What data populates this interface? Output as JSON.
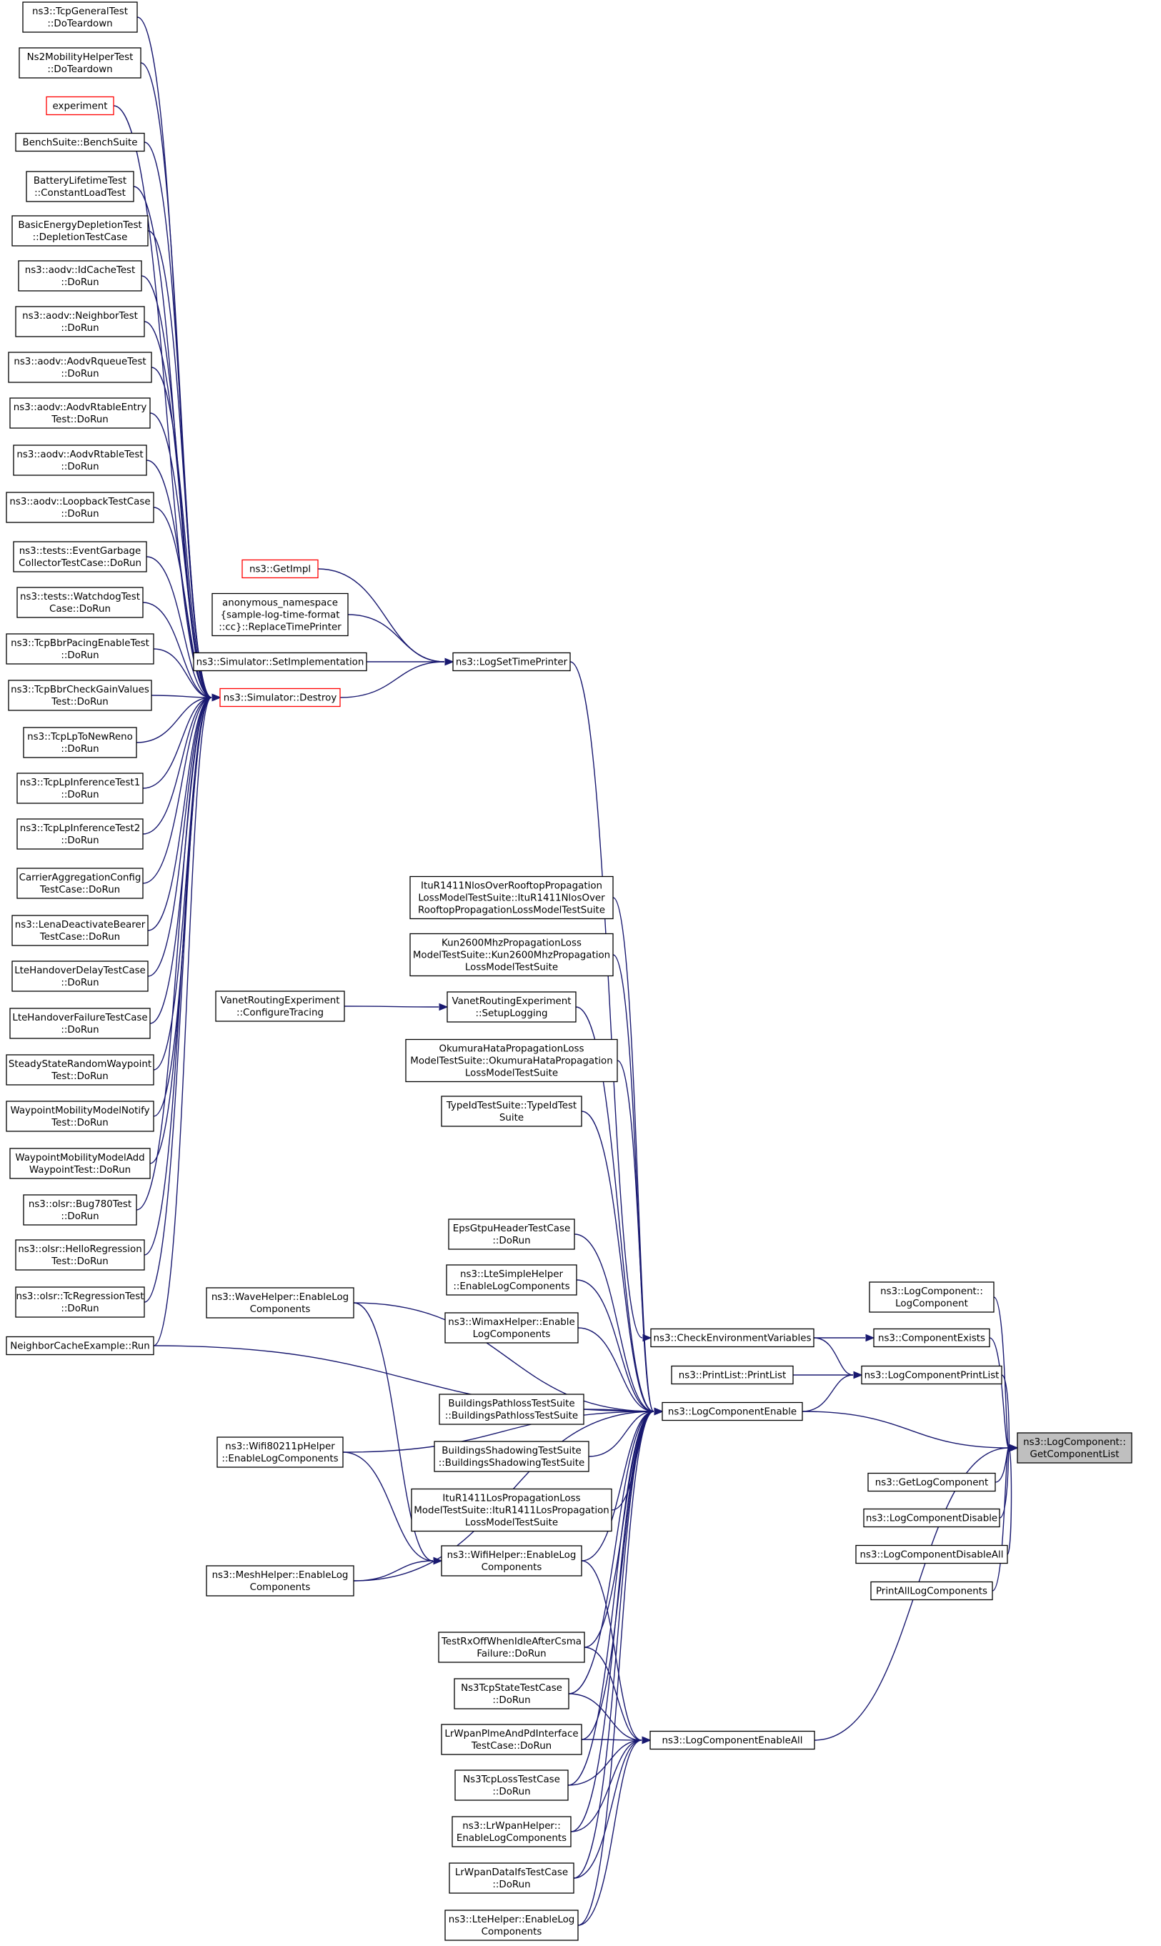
{
  "colors": {
    "edge": "#191970",
    "node_border": "#000000",
    "node_border_truncated": "#ff0000",
    "focus_fill": "#bfbfbf"
  },
  "nodes": [
    {
      "id": "tcpgeneral",
      "lines": [
        "ns3::TcpGeneralTest",
        "::DoTeardown"
      ]
    },
    {
      "id": "ns2mobility",
      "lines": [
        "Ns2MobilityHelperTest",
        "::DoTeardown"
      ]
    },
    {
      "id": "experiment",
      "lines": [
        "experiment"
      ],
      "truncated": true
    },
    {
      "id": "benchsuite",
      "lines": [
        "BenchSuite::BenchSuite"
      ]
    },
    {
      "id": "batterylifetime",
      "lines": [
        "BatteryLifetimeTest",
        "::ConstantLoadTest"
      ]
    },
    {
      "id": "basicenergy",
      "lines": [
        "BasicEnergyDepletionTest",
        "::DepletionTestCase"
      ]
    },
    {
      "id": "aodvidcache",
      "lines": [
        "ns3::aodv::IdCacheTest",
        "::DoRun"
      ]
    },
    {
      "id": "aodvneighbor",
      "lines": [
        "ns3::aodv::NeighborTest",
        "::DoRun"
      ]
    },
    {
      "id": "aodvrqueue",
      "lines": [
        "ns3::aodv::AodvRqueueTest",
        "::DoRun"
      ]
    },
    {
      "id": "aodvrtableentry",
      "lines": [
        "ns3::aodv::AodvRtableEntry",
        "Test::DoRun"
      ]
    },
    {
      "id": "aodvrtable",
      "lines": [
        "ns3::aodv::AodvRtableTest",
        "::DoRun"
      ]
    },
    {
      "id": "aodvloopback",
      "lines": [
        "ns3::aodv::LoopbackTestCase",
        "::DoRun"
      ]
    },
    {
      "id": "eventgarbage",
      "lines": [
        "ns3::tests::EventGarbage",
        "CollectorTestCase::DoRun"
      ]
    },
    {
      "id": "watchdog",
      "lines": [
        "ns3::tests::WatchdogTest",
        "Case::DoRun"
      ]
    },
    {
      "id": "tcpbbrpacing",
      "lines": [
        "ns3::TcpBbrPacingEnableTest",
        "::DoRun"
      ]
    },
    {
      "id": "tcpbbrcheck",
      "lines": [
        "ns3::TcpBbrCheckGainValues",
        "Test::DoRun"
      ]
    },
    {
      "id": "tcplptonewreno",
      "lines": [
        "ns3::TcpLpToNewReno",
        "::DoRun"
      ]
    },
    {
      "id": "tcplpinference1",
      "lines": [
        "ns3::TcpLpInferenceTest1",
        "::DoRun"
      ]
    },
    {
      "id": "tcplpinference2",
      "lines": [
        "ns3::TcpLpInferenceTest2",
        "::DoRun"
      ]
    },
    {
      "id": "carrieragg",
      "lines": [
        "CarrierAggregationConfig",
        "TestCase::DoRun"
      ]
    },
    {
      "id": "lenadeactivate",
      "lines": [
        "ns3::LenaDeactivateBearer",
        "TestCase::DoRun"
      ]
    },
    {
      "id": "ltehandoverdelay",
      "lines": [
        "LteHandoverDelayTestCase",
        "::DoRun"
      ]
    },
    {
      "id": "ltehandoverfailure",
      "lines": [
        "LteHandoverFailureTestCase",
        "::DoRun"
      ]
    },
    {
      "id": "steadystate",
      "lines": [
        "SteadyStateRandomWaypoint",
        "Test::DoRun"
      ]
    },
    {
      "id": "waypointnotify",
      "lines": [
        "WaypointMobilityModelNotify",
        "Test::DoRun"
      ]
    },
    {
      "id": "waypointadd",
      "lines": [
        "WaypointMobilityModelAdd",
        "WaypointTest::DoRun"
      ]
    },
    {
      "id": "olsrbug780",
      "lines": [
        "ns3::olsr::Bug780Test",
        "::DoRun"
      ]
    },
    {
      "id": "olsrhello",
      "lines": [
        "ns3::olsr::HelloRegression",
        "Test::DoRun"
      ]
    },
    {
      "id": "olsrtc",
      "lines": [
        "ns3::olsr::TcRegressionTest",
        "::DoRun"
      ]
    },
    {
      "id": "neighborcache",
      "lines": [
        "NeighborCacheExample::Run"
      ]
    },
    {
      "id": "getimpl",
      "lines": [
        "ns3::GetImpl"
      ],
      "truncated": true
    },
    {
      "id": "anonymous",
      "lines": [
        "anonymous_namespace",
        "{sample-log-time-format",
        "::cc}::ReplaceTimePrinter"
      ]
    },
    {
      "id": "setimpl",
      "lines": [
        "ns3::Simulator::SetImplementation"
      ]
    },
    {
      "id": "destroy",
      "lines": [
        "ns3::Simulator::Destroy"
      ],
      "truncated": true
    },
    {
      "id": "logsettime",
      "lines": [
        "ns3::LogSetTimePrinter"
      ]
    },
    {
      "id": "itunlos",
      "lines": [
        "ItuR1411NlosOverRooftopPropagation",
        "LossModelTestSuite::ItuR1411NlosOver",
        "RooftopPropagationLossModelTestSuite"
      ]
    },
    {
      "id": "kun2600",
      "lines": [
        "Kun2600MhzPropagationLoss",
        "ModelTestSuite::Kun2600MhzPropagation",
        "LossModelTestSuite"
      ]
    },
    {
      "id": "vanetconfigure",
      "lines": [
        "VanetRoutingExperiment",
        "::ConfigureTracing"
      ]
    },
    {
      "id": "vanetsetup",
      "lines": [
        "VanetRoutingExperiment",
        "::SetupLogging"
      ]
    },
    {
      "id": "okumura",
      "lines": [
        "OkumuraHataPropagationLoss",
        "ModelTestSuite::OkumuraHataPropagation",
        "LossModelTestSuite"
      ]
    },
    {
      "id": "typeid",
      "lines": [
        "TypeIdTestSuite::TypeIdTest",
        "Suite"
      ]
    },
    {
      "id": "epsgtpu",
      "lines": [
        "EpsGtpuHeaderTestCase",
        "::DoRun"
      ]
    },
    {
      "id": "ltesimple",
      "lines": [
        "ns3::LteSimpleHelper",
        "::EnableLogComponents"
      ]
    },
    {
      "id": "wimax",
      "lines": [
        "ns3::WimaxHelper::Enable",
        "LogComponents"
      ]
    },
    {
      "id": "wavehelper",
      "lines": [
        "ns3::WaveHelper::EnableLog",
        "Components"
      ]
    },
    {
      "id": "checkenv",
      "lines": [
        "ns3::CheckEnvironmentVariables"
      ]
    },
    {
      "id": "printlist",
      "lines": [
        "ns3::PrintList::PrintList"
      ]
    },
    {
      "id": "buildingspath",
      "lines": [
        "BuildingsPathlossTestSuite",
        "::BuildingsPathlossTestSuite"
      ]
    },
    {
      "id": "logcomponentenable",
      "lines": [
        "ns3::LogComponentEnable"
      ]
    },
    {
      "id": "buildingsshadow",
      "lines": [
        "BuildingsShadowingTestSuite",
        "::BuildingsShadowingTestSuite"
      ]
    },
    {
      "id": "wifi80211p",
      "lines": [
        "ns3::Wifi80211pHelper",
        "::EnableLogComponents"
      ]
    },
    {
      "id": "itulos",
      "lines": [
        "ItuR1411LosPropagationLoss",
        "ModelTestSuite::ItuR1411LosPropagation",
        "LossModelTestSuite"
      ]
    },
    {
      "id": "meshhelper",
      "lines": [
        "ns3::MeshHelper::EnableLog",
        "Components"
      ]
    },
    {
      "id": "wifihelper",
      "lines": [
        "ns3::WifiHelper::EnableLog",
        "Components"
      ]
    },
    {
      "id": "testrxoff",
      "lines": [
        "TestRxOffWhenIdleAfterCsma",
        "Failure::DoRun"
      ]
    },
    {
      "id": "ns3tcpstate",
      "lines": [
        "Ns3TcpStateTestCase",
        "::DoRun"
      ]
    },
    {
      "id": "lrwpanplme",
      "lines": [
        "LrWpanPlmeAndPdInterface",
        "TestCase::DoRun"
      ]
    },
    {
      "id": "logcomponentenableall",
      "lines": [
        "ns3::LogComponentEnableAll"
      ]
    },
    {
      "id": "ns3tcploss",
      "lines": [
        "Ns3TcpLossTestCase",
        "::DoRun"
      ]
    },
    {
      "id": "lrwpanhelper",
      "lines": [
        "ns3::LrWpanHelper::",
        "EnableLogComponents"
      ]
    },
    {
      "id": "lrwpandataifs",
      "lines": [
        "LrWpanDataIfsTestCase",
        "::DoRun"
      ]
    },
    {
      "id": "ltehelper",
      "lines": [
        "ns3::LteHelper::EnableLog",
        "Components"
      ]
    },
    {
      "id": "logcomponentctor",
      "lines": [
        "ns3::LogComponent::",
        "LogComponent"
      ]
    },
    {
      "id": "componentexists",
      "lines": [
        "ns3::ComponentExists"
      ]
    },
    {
      "id": "logcomponentprintlist",
      "lines": [
        "ns3::LogComponentPrintList"
      ]
    },
    {
      "id": "getcomponentlist",
      "lines": [
        "ns3::LogComponent::",
        "GetComponentList"
      ],
      "focus": true
    },
    {
      "id": "getlogcomponent",
      "lines": [
        "ns3::GetLogComponent"
      ]
    },
    {
      "id": "logcomponentdisable",
      "lines": [
        "ns3::LogComponentDisable"
      ]
    },
    {
      "id": "logcomponentdisableall",
      "lines": [
        "ns3::LogComponentDisableAll"
      ]
    },
    {
      "id": "printalllog",
      "lines": [
        "PrintAllLogComponents"
      ]
    }
  ]
}
